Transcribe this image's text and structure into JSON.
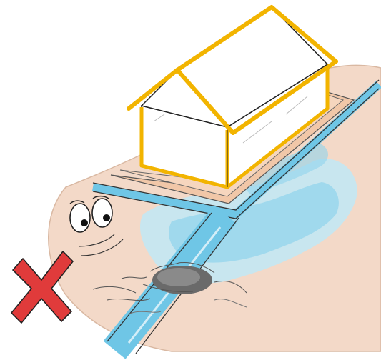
{
  "illustration": {
    "colors": {
      "ground": "#f3d9c8",
      "ground_edge": "#d9b8a2",
      "water": "#8fd3ec",
      "water_light": "#c8ecf8",
      "house_frame": "#f2b400",
      "house_wall": "#ffffff",
      "foundation": "#f1c7a8",
      "debris": "#5f5f5f",
      "cross": "#e03b3b",
      "outline": "#222222"
    },
    "elements": [
      {
        "name": "house",
        "icon": "house-icon"
      },
      {
        "name": "foundation-slab",
        "icon": "slab"
      },
      {
        "name": "drainage-channel",
        "icon": "water-channel"
      },
      {
        "name": "water-puddle",
        "icon": "water"
      },
      {
        "name": "debris-clog",
        "icon": "blockage"
      },
      {
        "name": "worried-eyes",
        "icon": "eyes-icon"
      },
      {
        "name": "wrong-mark",
        "icon": "red-x-icon"
      }
    ]
  }
}
